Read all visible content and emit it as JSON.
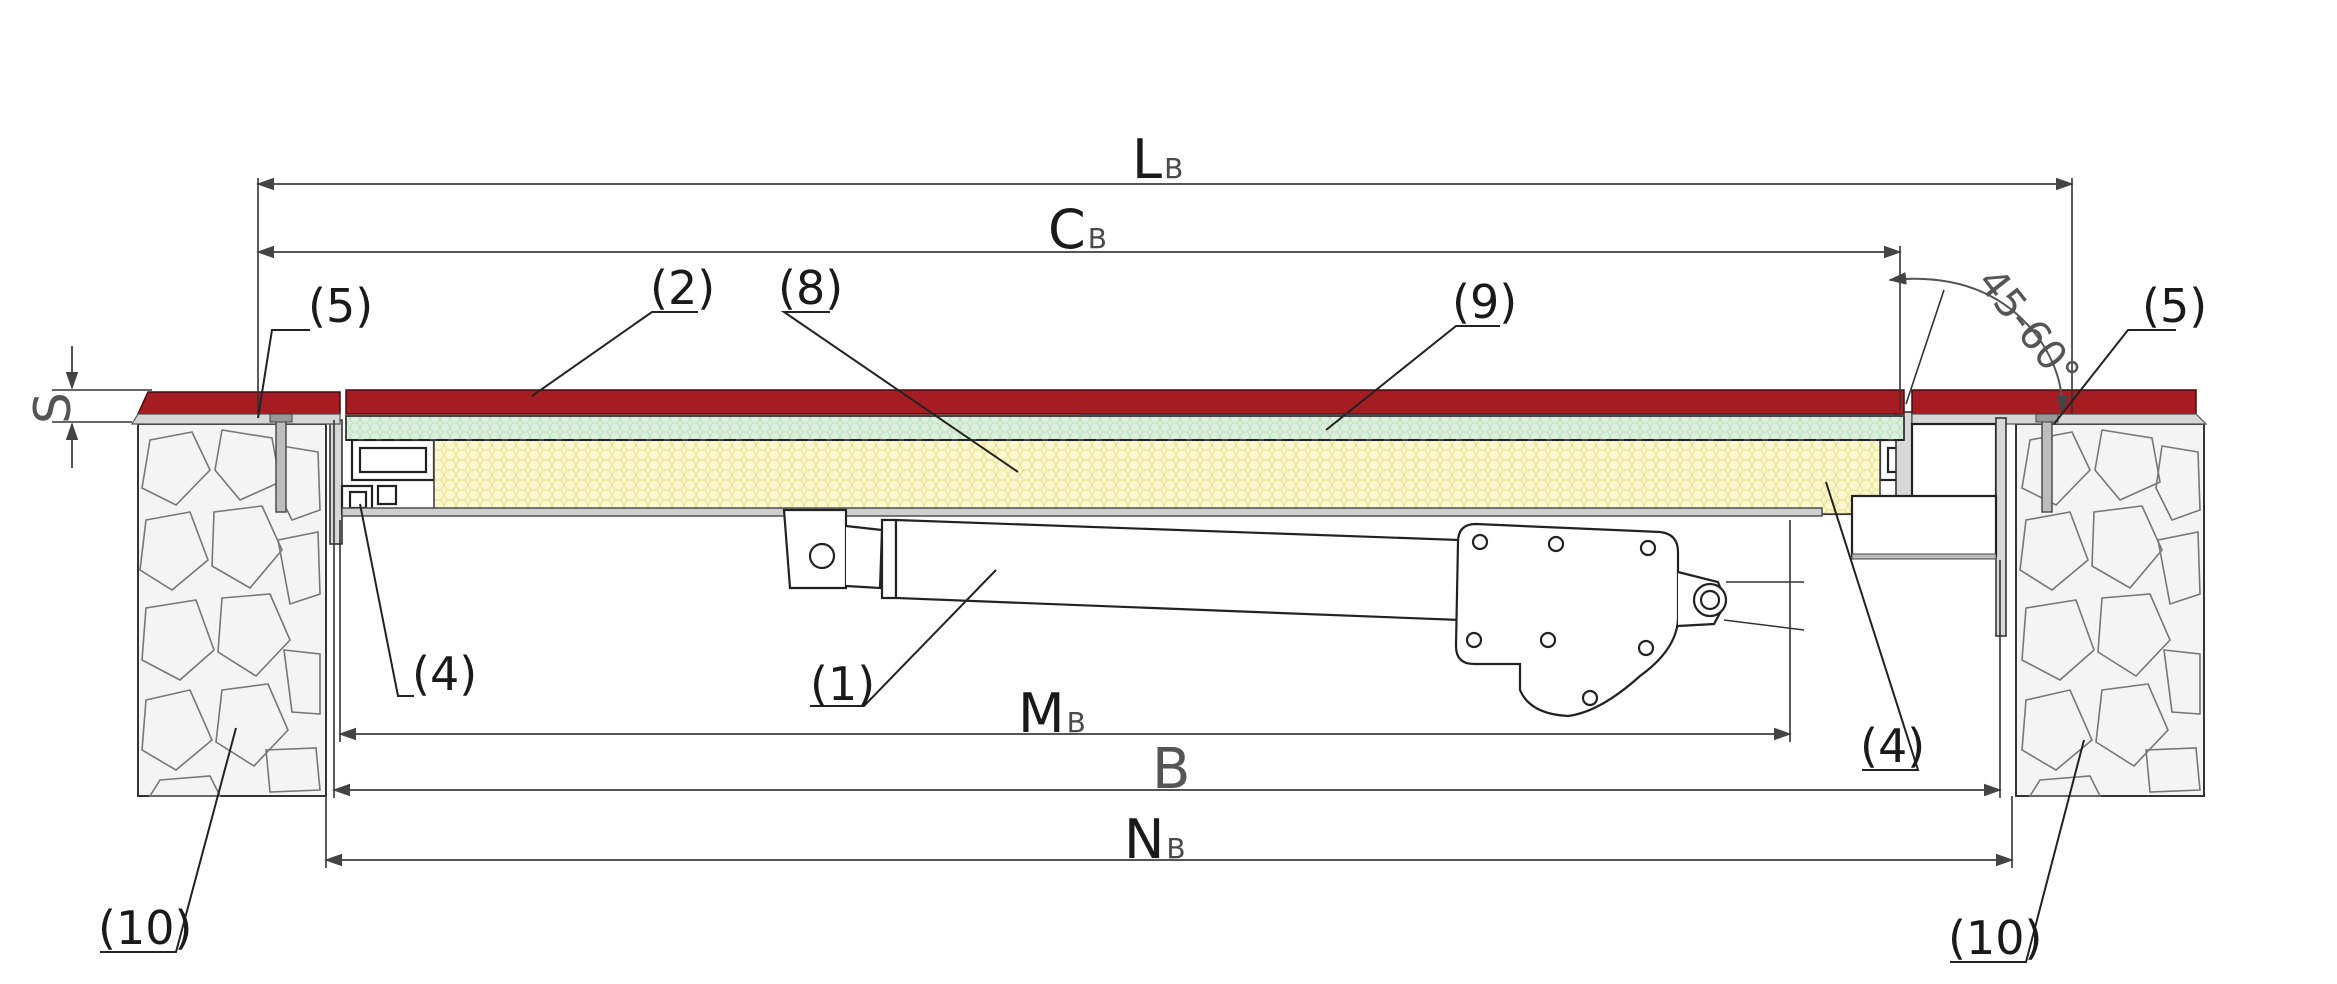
{
  "diagram": {
    "callouts": {
      "actuator": "(1)",
      "cover_plate": "(2)",
      "frame_left": "(4)",
      "frame_right": "(4)",
      "anchor_left": "(5)",
      "anchor_right": "(5)",
      "insulation": "(8)",
      "lid_panel": "(9)",
      "foundation_left": "(10)",
      "foundation_right": "(10)"
    },
    "dimensions": {
      "LB": {
        "main": "L",
        "sub": "B"
      },
      "CB": {
        "main": "C",
        "sub": "B"
      },
      "MB": {
        "main": "M",
        "sub": "B"
      },
      "B": {
        "main": "B"
      },
      "NB": {
        "main": "N",
        "sub": "B"
      },
      "S": {
        "main": "S"
      }
    },
    "angle": "45-60°",
    "colors": {
      "cover": "#a51d22",
      "insulation": "#fbf7cf",
      "panel": "#dcefdc",
      "stone_fill": "#f4f4f4"
    }
  }
}
